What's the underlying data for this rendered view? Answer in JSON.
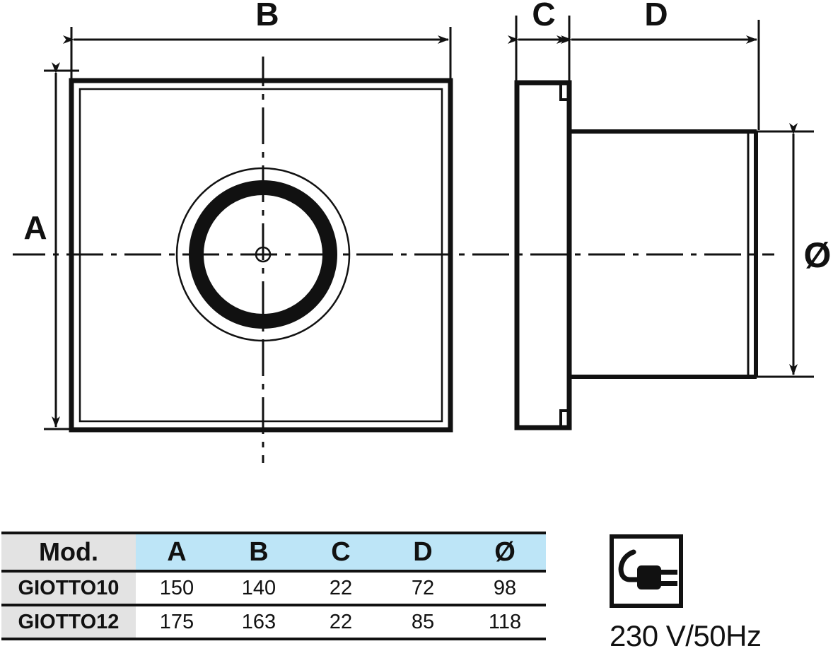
{
  "document": {
    "kind": "technical-dimension-drawing",
    "product_family": "GIOTTO axial wall fan"
  },
  "drawing": {
    "views": [
      {
        "name": "front-view",
        "description": "square front panel with circular grille and centre hub"
      },
      {
        "name": "side-view",
        "description": "flange plate with cylindrical duct spigot"
      }
    ],
    "dimension_labels": {
      "A": "A",
      "B": "B",
      "C": "C",
      "D": "D",
      "diameter": "Ø"
    },
    "line_color": "#111111",
    "background_color": "#ffffff"
  },
  "table": {
    "columns": [
      "Mod.",
      "A",
      "B",
      "C",
      "D",
      "Ø"
    ],
    "header_bg_model": "#e3e3e3",
    "header_bg_dims": "#bde5f7",
    "rows": [
      {
        "model": "GIOTTO10",
        "A": "150",
        "B": "140",
        "C": "22",
        "D": "72",
        "D_diameter": "98"
      },
      {
        "model": "GIOTTO12",
        "A": "175",
        "B": "163",
        "C": "22",
        "D": "85",
        "D_diameter": "118"
      }
    ]
  },
  "electrical": {
    "icon": "power-plug-icon",
    "label": "230 V/50Hz"
  }
}
